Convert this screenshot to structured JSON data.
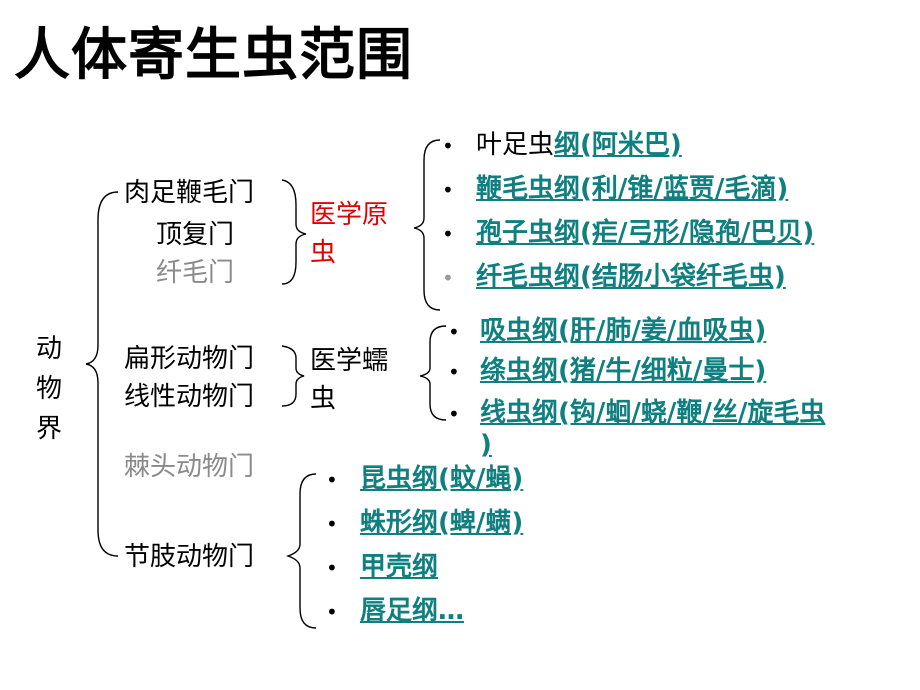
{
  "title": "人体寄生虫范围",
  "kingdom": [
    "动",
    "物",
    "界"
  ],
  "phyla": {
    "sarcomastigophora": "肉足鞭毛门",
    "apicomplexa": "顶复门",
    "ciliophora": "纤毛门",
    "platyhelminthes": "扁形动物门",
    "nematoda": "线性动物门",
    "acanthocephala": "棘头动物门",
    "arthropoda": "节肢动物门"
  },
  "groups": {
    "protozoa_line1": "医学原",
    "protozoa_line2": "虫",
    "helminth_line1": "医学蠕",
    "helminth_line2": "虫"
  },
  "bullet_symbol": "•",
  "protozoa_classes": [
    {
      "plain": "叶足虫",
      "link": "纲(阿米巴)"
    },
    {
      "plain": "",
      "link": "鞭毛虫纲(利/锥/蓝贾/毛滴)"
    },
    {
      "plain": "",
      "link": "孢子虫纲(疟/弓形/隐孢/巴贝)"
    },
    {
      "plain": "",
      "link": "纤毛虫纲(结肠小袋纤毛虫)"
    }
  ],
  "helminth_classes": [
    {
      "link": "吸虫纲(肝/肺/姜/血吸虫)"
    },
    {
      "link": "绦虫纲(猪/牛/细粒/曼士)"
    },
    {
      "link": "线虫纲(钩/蛔/蛲/鞭/丝/旋毛虫"
    },
    {
      "link": ")"
    }
  ],
  "arthropod_classes": [
    {
      "link": "昆虫纲(蚊/蝇)"
    },
    {
      "link": "蛛形纲(蜱/螨)"
    },
    {
      "link": "甲壳纲"
    },
    {
      "link": "唇足纲…"
    }
  ],
  "colors": {
    "link": "#0f7f80",
    "highlight": "#e00000",
    "muted": "#8a8a8a"
  }
}
